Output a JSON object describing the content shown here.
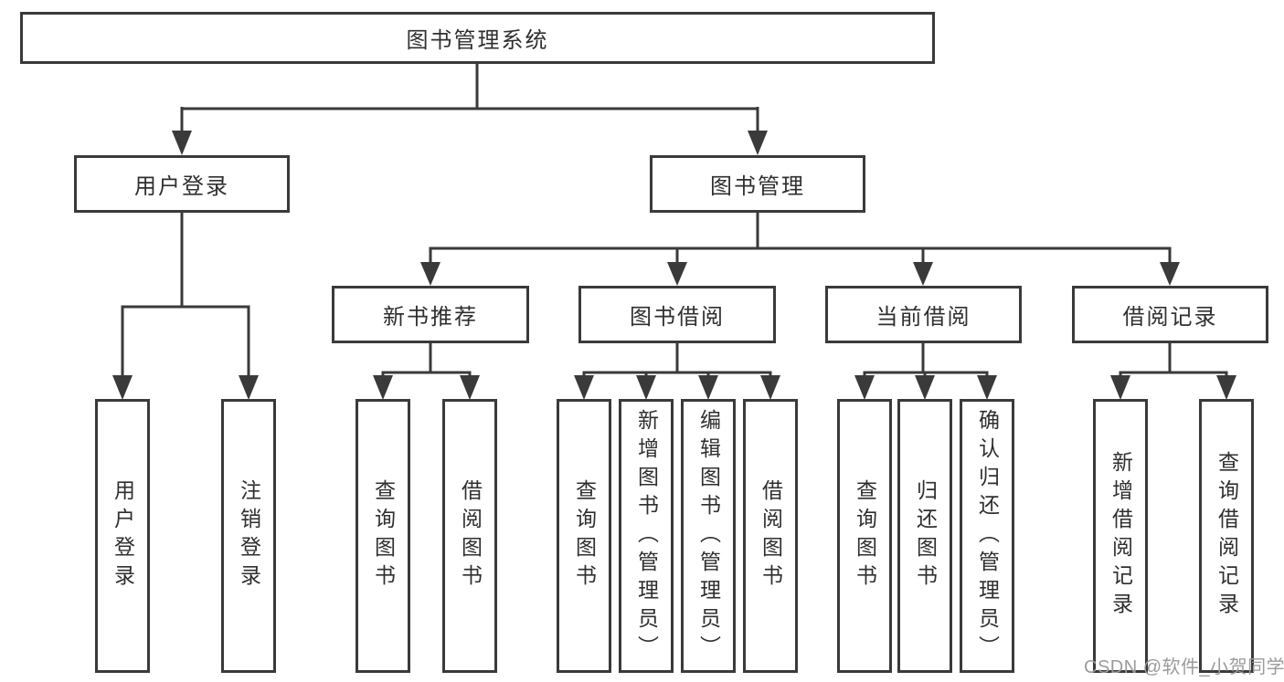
{
  "diagram": {
    "root": {
      "label": "图书管理系统"
    },
    "level2": [
      {
        "label": "用户登录",
        "children": [
          "用户登录",
          "注销登录"
        ]
      },
      {
        "label": "图书管理"
      }
    ],
    "level3": [
      {
        "label": "新书推荐",
        "children": [
          "查询图书",
          "借阅图书"
        ]
      },
      {
        "label": "图书借阅",
        "children": [
          "查询图书",
          "新增图书（管理员）",
          "编辑图书（管理员）",
          "借阅图书"
        ]
      },
      {
        "label": "当前借阅",
        "children": [
          "查询图书",
          "归还图书",
          "确认归还（管理员）"
        ]
      },
      {
        "label": "借阅记录",
        "children": [
          "新增借阅记录",
          "查询借阅记录"
        ]
      }
    ]
  },
  "watermark": "CSDN @软件_小贺同学",
  "colors": {
    "line": "#3a3a3a",
    "box_border": "#3a3a3a",
    "text": "#2f2f2f",
    "background": "#ffffff",
    "watermark_text": "#9b9b9b"
  }
}
